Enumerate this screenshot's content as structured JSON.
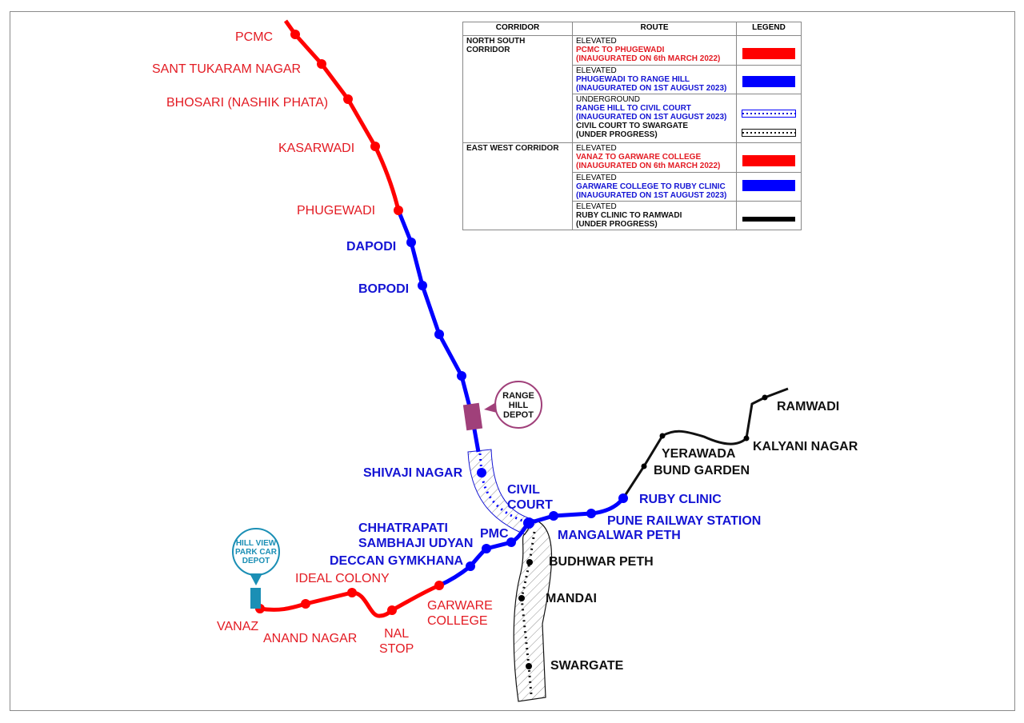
{
  "legend_table": {
    "headers": [
      "CORRIDOR",
      "ROUTE",
      "LEGEND"
    ],
    "corridors": [
      {
        "name": "NORTH SOUTH CORRIDOR",
        "routes": [
          {
            "type": "ELEVATED",
            "name": "PCMC TO PHUGEWADI",
            "status": "(INAUGURATED ON 6th MARCH 2022)",
            "color": "#ff0000"
          },
          {
            "type": "ELEVATED",
            "name": "PHUGEWADI TO RANGE HILL",
            "status": "(INAUGURATED ON 1ST AUGUST 2023)",
            "color": "#0000ff"
          },
          {
            "type": "UNDERGROUND",
            "name": "RANGE HILL TO CIVIL COURT",
            "status": "(INAUGURATED ON 1ST AUGUST 2023)",
            "name2": "CIVIL COURT TO SWARGATE",
            "status2": "(UNDER PROGRESS)",
            "color": "#0000ff"
          }
        ]
      },
      {
        "name": "EAST WEST CORRIDOR",
        "routes": [
          {
            "type": "ELEVATED",
            "name": "VANAZ TO GARWARE COLLEGE",
            "status": "(INAUGURATED ON 6th MARCH 2022)",
            "color": "#ff0000"
          },
          {
            "type": "ELEVATED",
            "name": "GARWARE COLLEGE TO RUBY CLINIC",
            "status": "(INAUGURATED ON 1ST AUGUST 2023)",
            "color": "#0000ff"
          },
          {
            "type": "ELEVATED",
            "name": "RUBY  CLINIC TO RAMWADI",
            "status": "(UNDER PROGRESS)",
            "color": "#000000"
          }
        ]
      }
    ]
  },
  "stations": {
    "pcmc": "PCMC",
    "sant_tukaram": "SANT TUKARAM NAGAR",
    "bhosari": "BHOSARI (NASHIK PHATA)",
    "kasarwadi": "KASARWADI",
    "phugewadi": "PHUGEWADI",
    "dapodi": "DAPODI",
    "bopodi": "BOPODI",
    "shivaji_nagar": "SHIVAJI NAGAR",
    "civil_court_1": "CIVIL",
    "civil_court_2": "COURT",
    "chhatrapati_1": "CHHATRAPATI",
    "chhatrapati_2": "SAMBHAJI UDYAN",
    "pmc": "PMC",
    "deccan": "DECCAN GYMKHANA",
    "ideal_colony": "IDEAL COLONY",
    "vanaz": "VANAZ",
    "anand_nagar": "ANAND NAGAR",
    "nal_stop_1": "NAL",
    "nal_stop_2": "STOP",
    "garware_1": "GARWARE",
    "garware_2": "COLLEGE",
    "ruby_clinic": "RUBY CLINIC",
    "pune_railway": "PUNE RAILWAY STATION",
    "mangalwar": "MANGALWAR PETH",
    "bund_garden": "BUND GARDEN",
    "yerawada": "YERAWADA",
    "kalyani_nagar": "KALYANI NAGAR",
    "ramwadi": "RAMWADI",
    "budhwar": "BUDHWAR PETH",
    "mandai": "MANDAI",
    "swargate": "SWARGATE"
  },
  "depots": {
    "range_hill": [
      "RANGE",
      "HILL",
      "DEPOT"
    ],
    "hill_view": [
      "HILL VIEW",
      "PARK CAR",
      "DEPOT"
    ]
  },
  "colors": {
    "red": "#ff0000",
    "blue": "#0000ff",
    "black": "#000000",
    "depot_purple": "#a0407a",
    "depot_teal": "#1b8fb5"
  }
}
